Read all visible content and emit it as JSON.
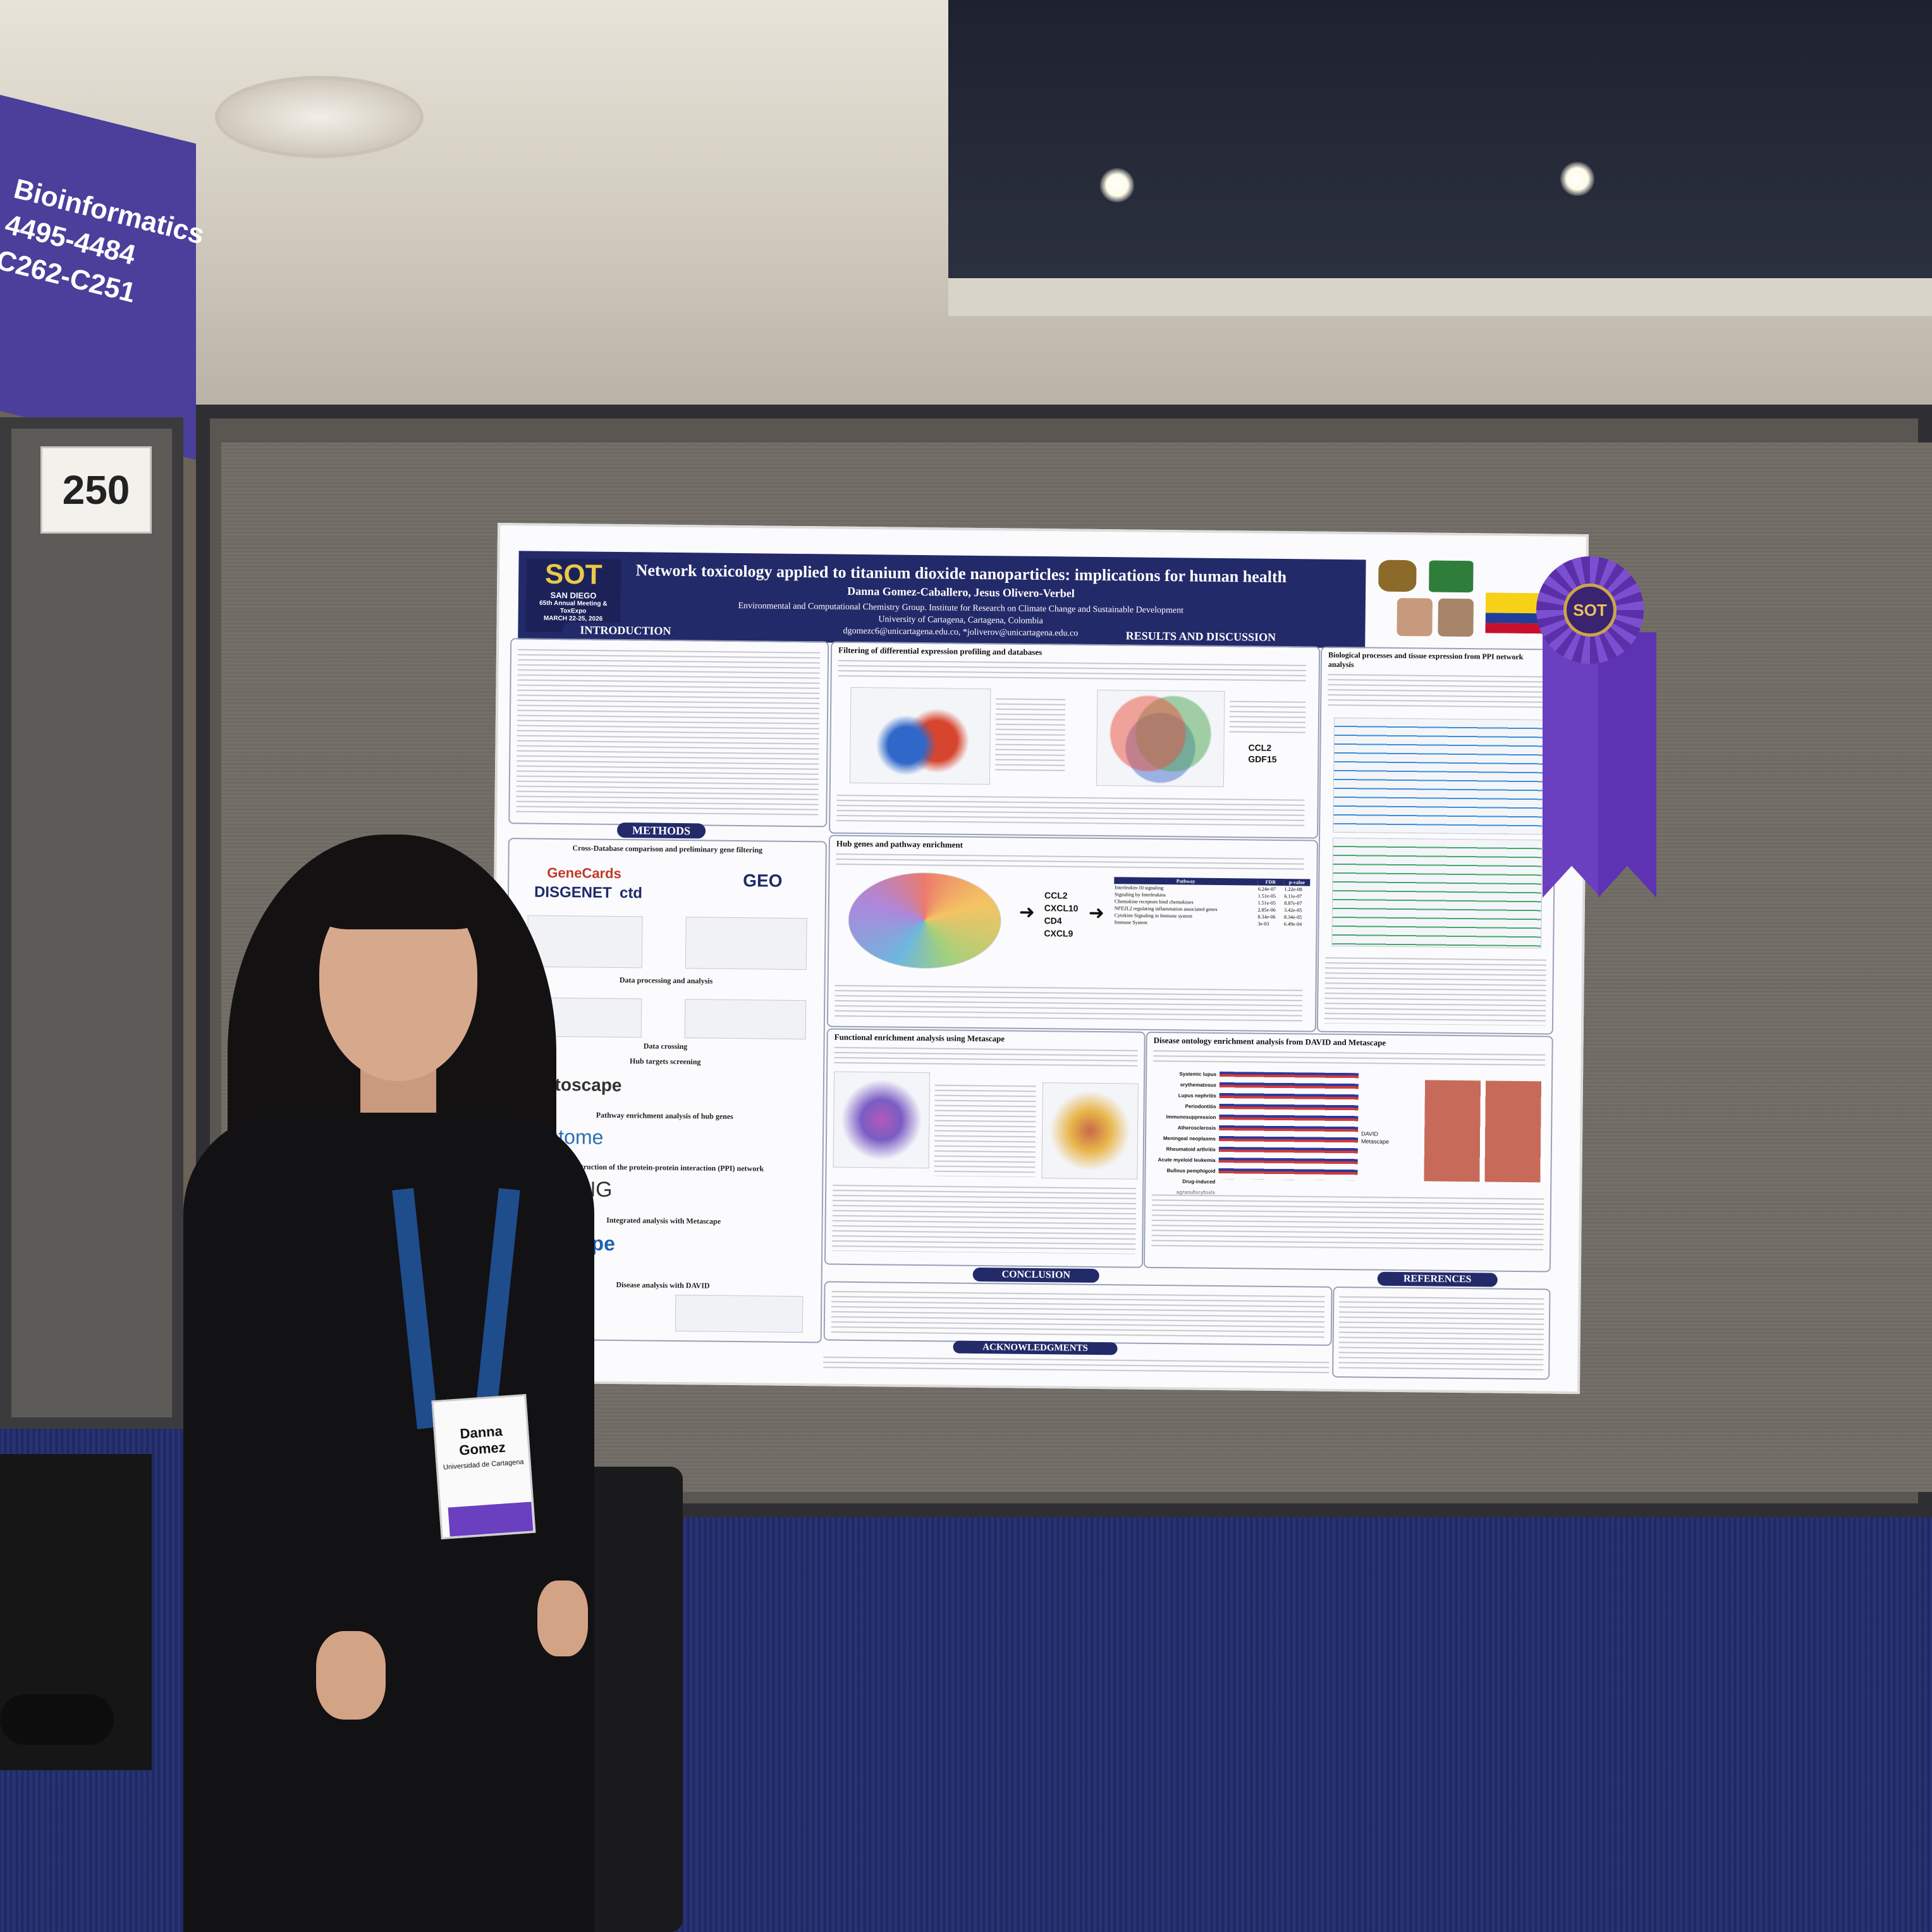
{
  "sign": {
    "line1": "Bioinformatics",
    "line2": "4495-4484",
    "line3": "C262-C251"
  },
  "booth_number": "250",
  "poster": {
    "logo_title": "SOT",
    "logo_city": "SAN DIEGO",
    "logo_meeting": "65th Annual Meeting & ToxExpo",
    "logo_dates": "MARCH 22-25, 2026",
    "title": "Network toxicology applied to titanium dioxide nanoparticles: implications for human health",
    "authors": "Danna Gomez-Caballero, Jesus Olivero-Verbel",
    "affiliation_1": "Environmental and Computational Chemistry Group. Institute for Research on Climate Change and Sustainable Development",
    "affiliation_2": "University of Cartagena, Cartagena, Colombia",
    "emails": "dgomezc6@unicartagena.edu.co, *joliverov@unicartagena.edu.co",
    "sections": {
      "introduction": "INTRODUCTION",
      "methods": "METHODS",
      "results": "RESULTS AND DISCUSSION",
      "conclusion": "CONCLUSION",
      "acknowledgments": "ACKNOWLEDGMENTS",
      "references": "REFERENCES"
    },
    "methods_steps": [
      "Cross-Database comparison and preliminary gene filtering",
      "Data processing and analysis",
      "Data crossing",
      "Hub targets screening",
      "Pathway enrichment analysis of hub genes",
      "Construction of the protein-protein interaction (PPI) network",
      "Integrated analysis with Metascape",
      "Disease analysis with DAVID"
    ],
    "tool_names": [
      "GeneCards",
      "DISGENET",
      "ctd",
      "GEO",
      "Cytoscape",
      "reactome",
      "STRING",
      "Metascape"
    ],
    "subheads": {
      "filtering": "Filtering of differential expression profiling and databases",
      "hub": "Hub genes and pathway enrichment",
      "metascape": "Functional enrichment analysis using Metascape",
      "disease": "Disease ontology enrichment analysis from DAVID and Metascape",
      "bio": "Biological processes and tissue expression from PPI network analysis"
    },
    "genes_fig2": [
      "CCL2",
      "GDF15"
    ],
    "hub_genes": [
      "CCL2",
      "CXCL10",
      "CD4",
      "CXCL9"
    ],
    "table1_header": [
      "Pathway",
      "FDR",
      "p-value"
    ],
    "table1_rows": [
      [
        "Interleukin-10 signaling",
        "6.24e-07",
        "1.22e-08"
      ],
      [
        "Signaling by Interleukins",
        "1.51e-05",
        "6.11e-07"
      ],
      [
        "Chemokine receptors bind chemokines",
        "1.51e-05",
        "8.87e-07"
      ],
      [
        "NFE2L2 regulating inflammation associated genes",
        "2.85e-06",
        "3.42e-05"
      ],
      [
        "Cytokine Signaling in Immune system",
        "8.34e-06",
        "8.34e-05"
      ],
      [
        "Immune System",
        "3e-03",
        "6.49e-04"
      ]
    ],
    "disease_terms": [
      "Systemic lupus erythematosus",
      "Lupus nephritis",
      "Periodontitis",
      "Immunosuppression",
      "Atherosclerosis",
      "Meningeal neoplasms",
      "Rheumatoid arthritis",
      "Acute myeloid leukemia",
      "Bullous pemphigoid",
      "Drug-induced agranulocytosis"
    ],
    "legend": [
      "DAVID",
      "Metascape"
    ]
  },
  "ribbon": {
    "center": "SOT"
  },
  "badge": {
    "name_first": "Danna",
    "name_last": "Gomez",
    "org": "Universidad de Cartagena"
  },
  "colors": {
    "poster_header": "#232a6a",
    "ribbon": "#6a3fc0",
    "sign": "#4a3f9b",
    "carpet": "#1f2a63"
  }
}
